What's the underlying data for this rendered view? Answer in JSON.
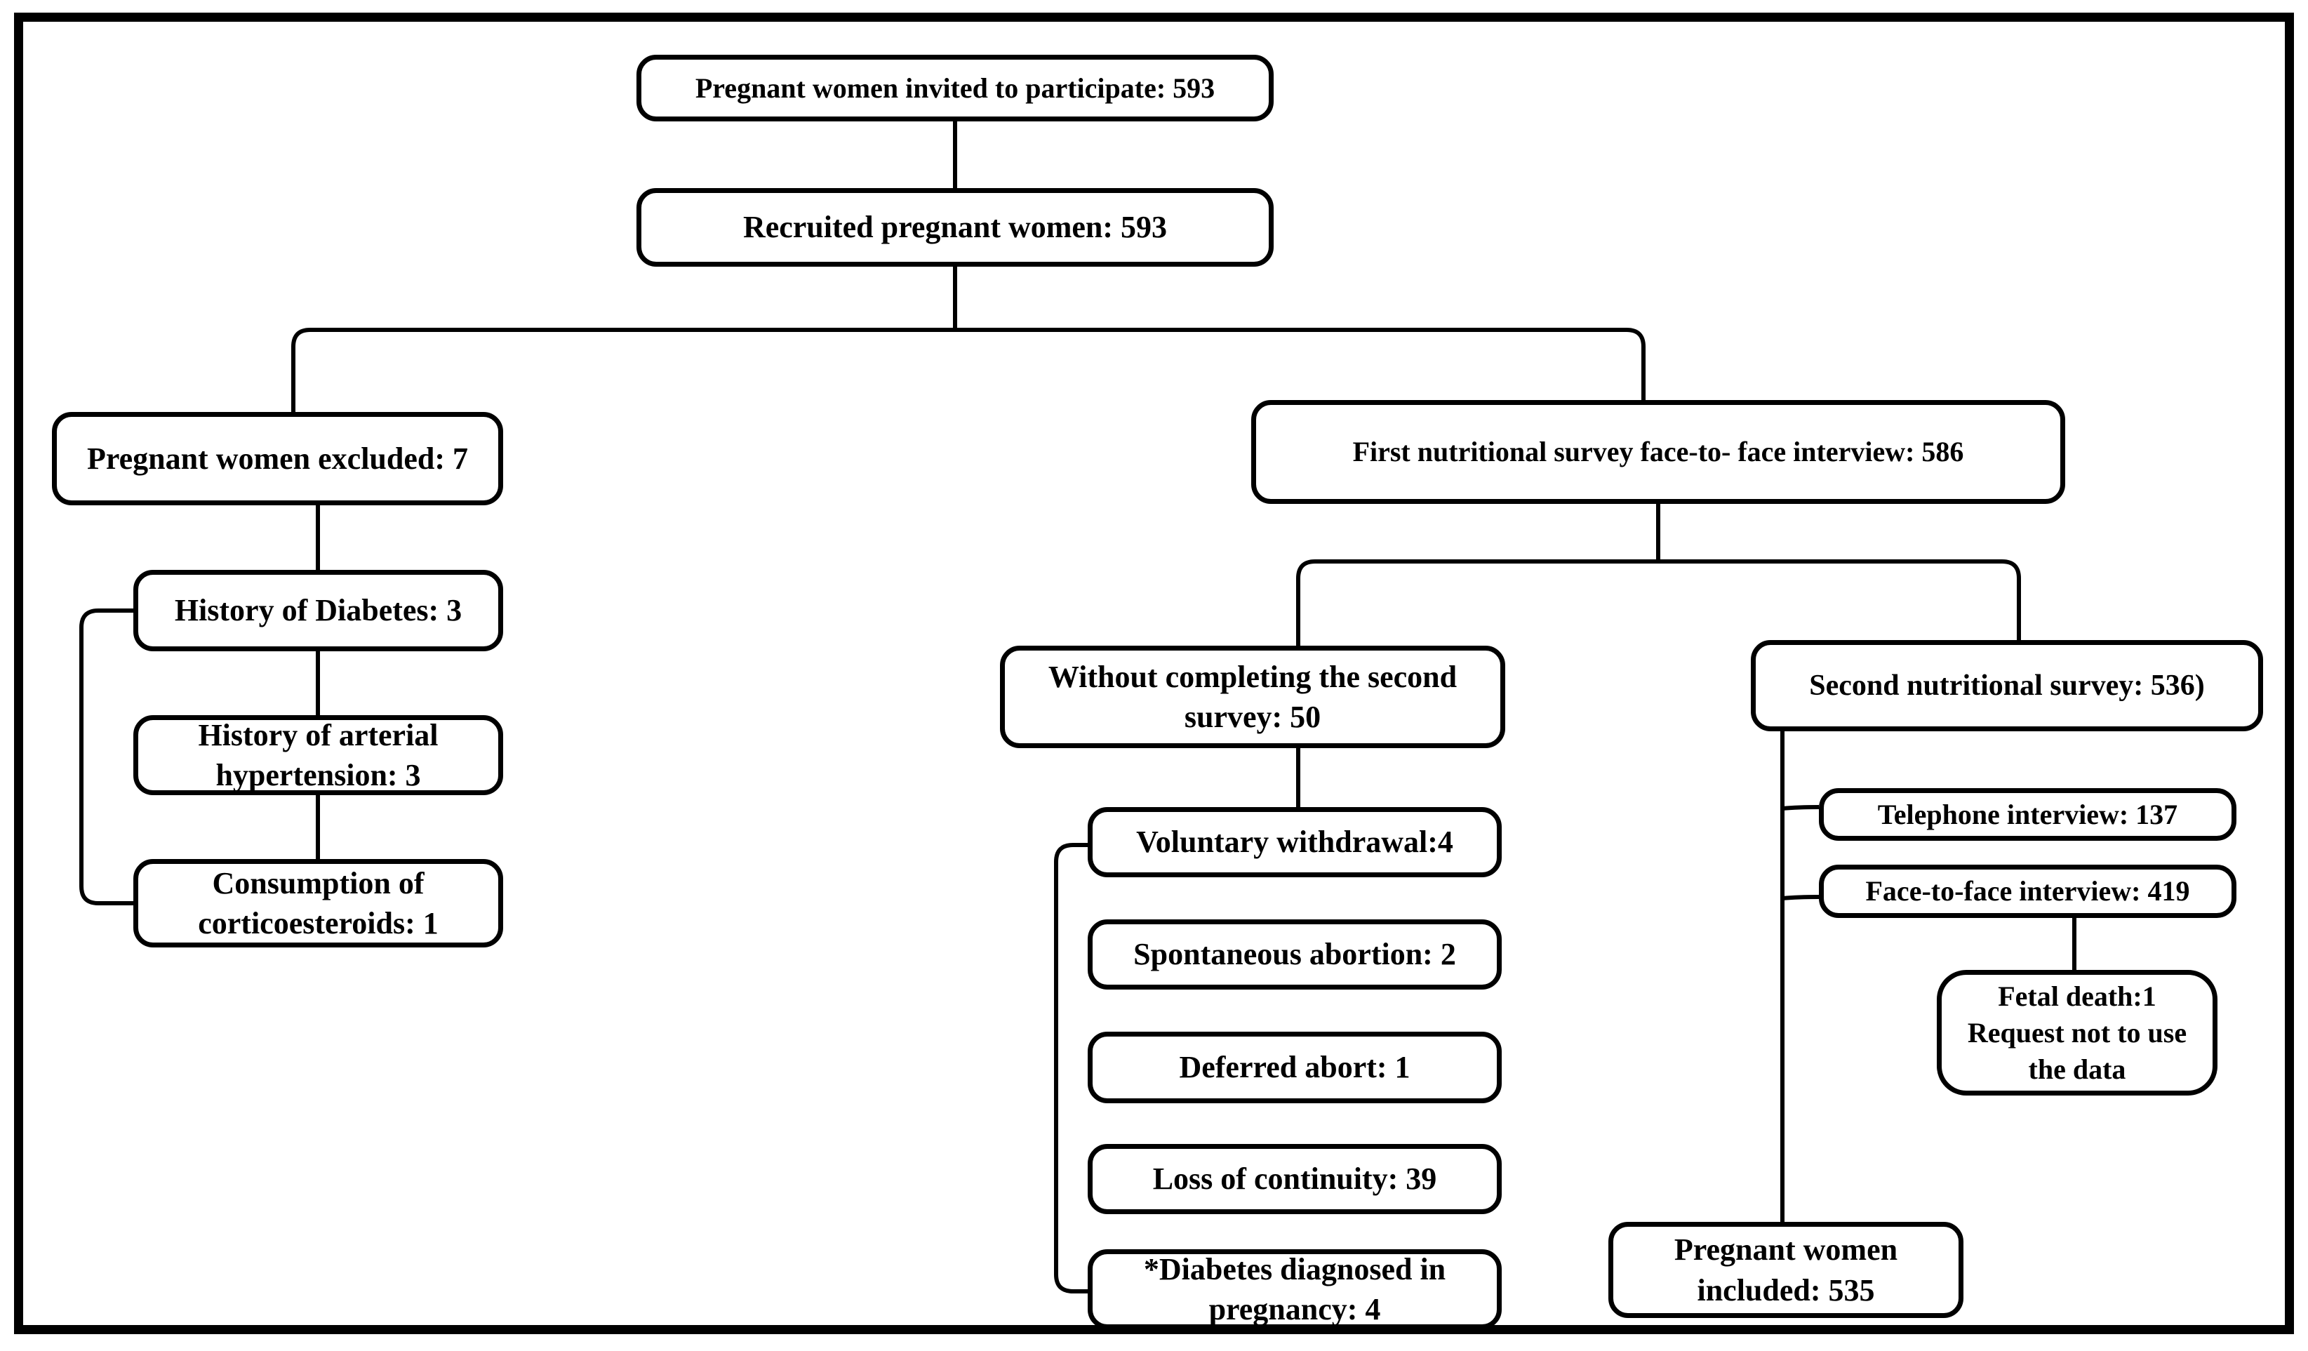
{
  "diagram": {
    "type": "flowchart",
    "colors": {
      "background": "#ffffff",
      "box_fill": "#ffffff",
      "box_border": "#000000",
      "line": "#000000",
      "text": "#000000"
    },
    "nodes": {
      "invited": {
        "label": "Pregnant women invited to participate: 593"
      },
      "recruited": {
        "label": "Recruited pregnant women: 593"
      },
      "excluded": {
        "label": "Pregnant women excluded: 7"
      },
      "history_diabetes": {
        "label": "History of Diabetes: 3"
      },
      "history_hypertension": {
        "label": "History of arterial hypertension: 3"
      },
      "corticosteroids": {
        "label": "Consumption of corticoesteroids: 1"
      },
      "first_survey": {
        "label": "First nutritional survey face-to- face interview: 586"
      },
      "without_second": {
        "label": "Without completing the second survey: 50"
      },
      "voluntary_withdrawal": {
        "label": "Voluntary withdrawal:4"
      },
      "spontaneous_abortion": {
        "label": "Spontaneous abortion: 2"
      },
      "deferred_abort": {
        "label": "Deferred abort: 1"
      },
      "loss_of_continuity": {
        "label": "Loss of continuity: 39"
      },
      "diabetes_pregnancy": {
        "label": "*Diabetes diagnosed in pregnancy: 4"
      },
      "second_survey": {
        "label": "Second nutritional survey: 536)"
      },
      "telephone_interview": {
        "label": "Telephone interview: 137"
      },
      "face_to_face_interview": {
        "label": "Face-to-face interview: 419"
      },
      "fetal_death": {
        "line1": "Fetal death:1",
        "line2": "Request not to use the data"
      },
      "included": {
        "label": "Pregnant women included: 535"
      }
    }
  }
}
